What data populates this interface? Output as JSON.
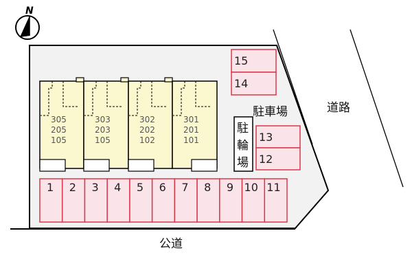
{
  "compass": {
    "label": "N"
  },
  "labels": {
    "parking": "駐車場",
    "road": "道路",
    "public_road": "公道",
    "bicycle_parking": [
      "駐",
      "輪",
      "場"
    ]
  },
  "buildings": [
    {
      "rooms": [
        "305",
        "205",
        "105"
      ]
    },
    {
      "rooms": [
        "303",
        "203",
        "105"
      ]
    },
    {
      "rooms": [
        "302",
        "202",
        "102"
      ]
    },
    {
      "rooms": [
        "301",
        "201",
        "101"
      ]
    }
  ],
  "parking_bottom": [
    "1",
    "2",
    "3",
    "4",
    "5",
    "6",
    "7",
    "8",
    "9",
    "10",
    "11"
  ],
  "parking_top_right": [
    "15",
    "14"
  ],
  "parking_mid_right": [
    "13",
    "12"
  ],
  "colors": {
    "lot": "#f2f2f2",
    "building": "#fbf8d0",
    "stall_fill": "#fbe3ea",
    "stall_border": "#d9384a"
  }
}
